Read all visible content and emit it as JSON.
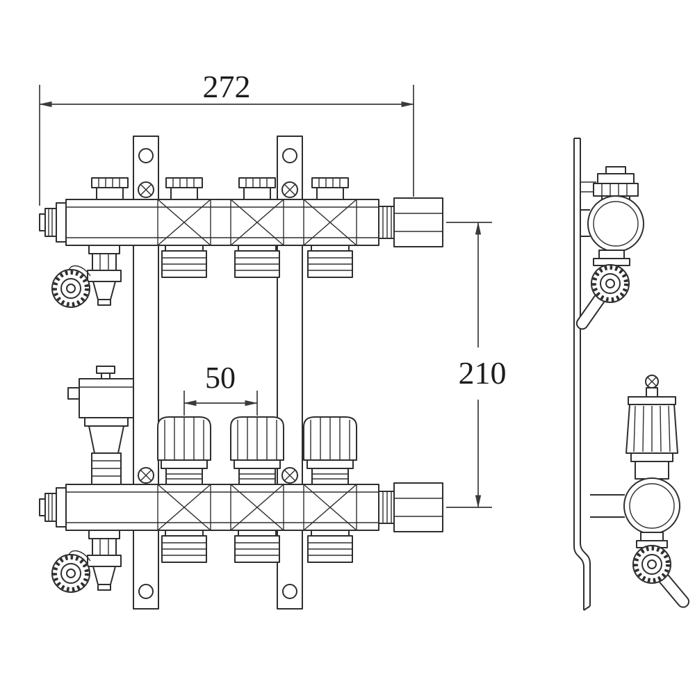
{
  "page": {
    "background": "#ffffff",
    "line_color": "#2e2e2e"
  },
  "drawing": {
    "dimensions": {
      "overall_width": "272",
      "port_spacing": "50",
      "manifold_center_distance": "210"
    }
  }
}
